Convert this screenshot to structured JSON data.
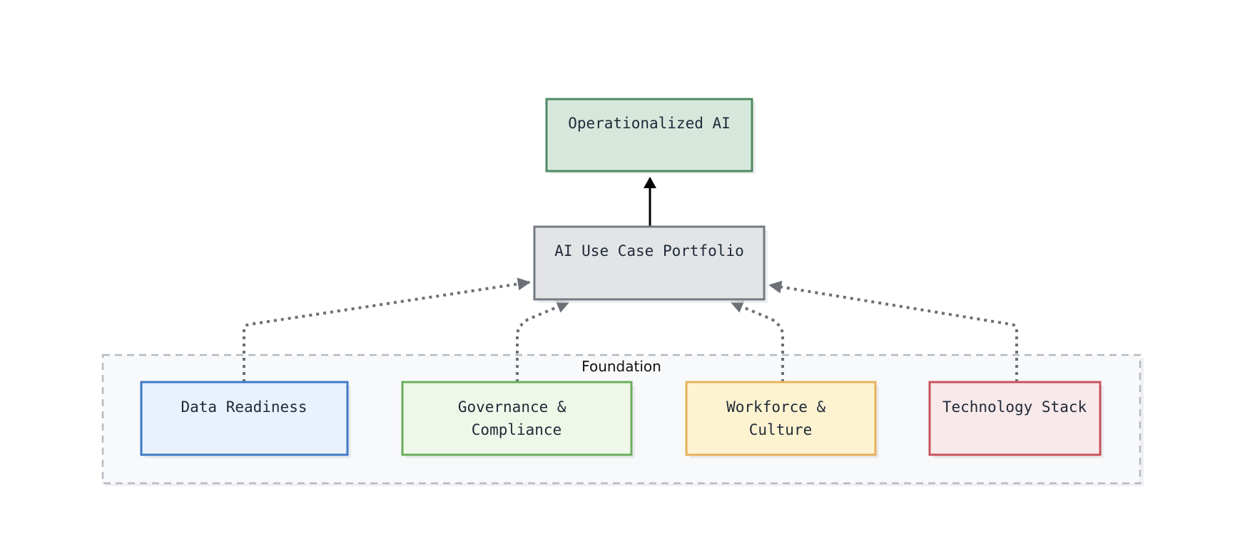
{
  "diagram": {
    "nodes": {
      "operationalized_ai": {
        "label": "Operationalized AI",
        "fill": "#d6e8dc",
        "stroke": "#4e8a5f"
      },
      "use_case_portfolio": {
        "label": "AI Use Case Portfolio",
        "fill": "#e3e4e6",
        "stroke": "#747a82"
      },
      "data_readiness": {
        "label": "Data Readiness",
        "fill": "#e8f1fc",
        "stroke": "#3f7ac6"
      },
      "governance_compliance": {
        "label_line1": "Governance &",
        "label_line2": "Compliance",
        "fill": "#eff7e9",
        "stroke": "#6aae5a"
      },
      "workforce_culture": {
        "label_line1": "Workforce &",
        "label_line2": "Culture",
        "fill": "#fef3d1",
        "stroke": "#e8b15b"
      },
      "technology_stack": {
        "label": "Technology Stack",
        "fill": "#f8e9ea",
        "stroke": "#c7525a"
      }
    },
    "group": {
      "label": "Foundation",
      "fill": "#f8f9fb",
      "stroke": "#b6b9bf"
    },
    "edge_colors": {
      "solid": "#000000",
      "dashed": "#6b6f76"
    }
  }
}
